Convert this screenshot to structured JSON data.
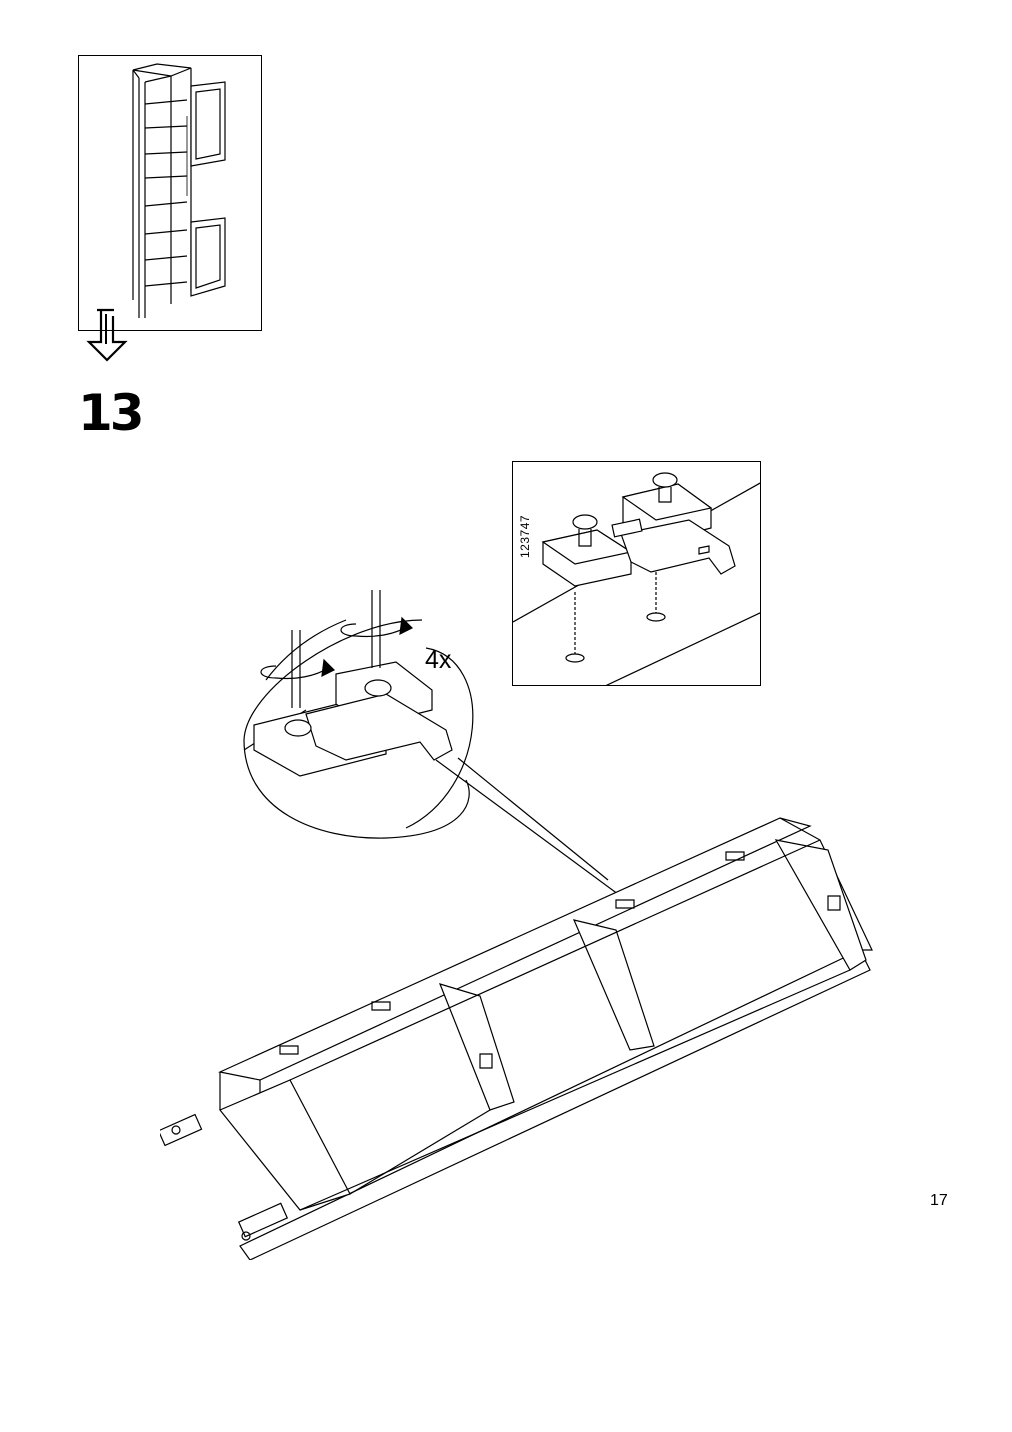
{
  "step": {
    "number": "13"
  },
  "detail": {
    "part_number": "123747"
  },
  "callout": {
    "quantity": "4x"
  },
  "page": {
    "number": "17"
  }
}
